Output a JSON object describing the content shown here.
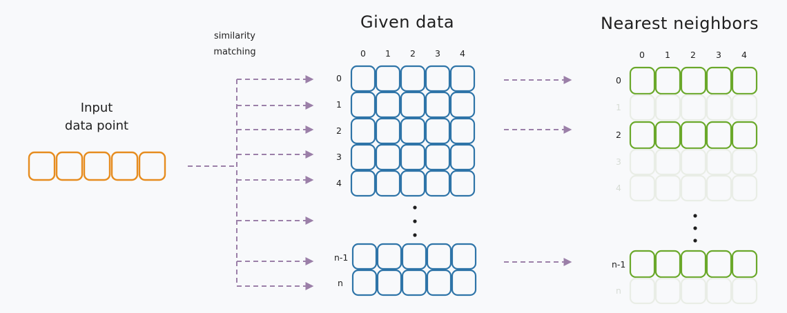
{
  "colors": {
    "input": "#e68c1f",
    "given": "#2e74a8",
    "neighbor": "#6aa82a",
    "faded_neighbor": "#e9ede6",
    "arrow": "#9b7fa8"
  },
  "input_section": {
    "label_line1": "Input",
    "label_line2": "data point"
  },
  "similarity": {
    "label_line1": "similarity",
    "label_line2": "matching"
  },
  "given_section": {
    "title": "Given data",
    "column_indices": [
      "0",
      "1",
      "2",
      "3",
      "4"
    ],
    "row_indices": [
      "0",
      "1",
      "2",
      "3",
      "4"
    ],
    "bottom_row_indices": [
      "n-1",
      "n"
    ]
  },
  "neighbors_section": {
    "title": "Nearest neighbors",
    "column_indices": [
      "0",
      "1",
      "2",
      "3",
      "4"
    ],
    "row_indices": [
      "0",
      "1",
      "2",
      "3",
      "4"
    ],
    "bottom_row_indices": [
      "n-1",
      "n"
    ]
  }
}
